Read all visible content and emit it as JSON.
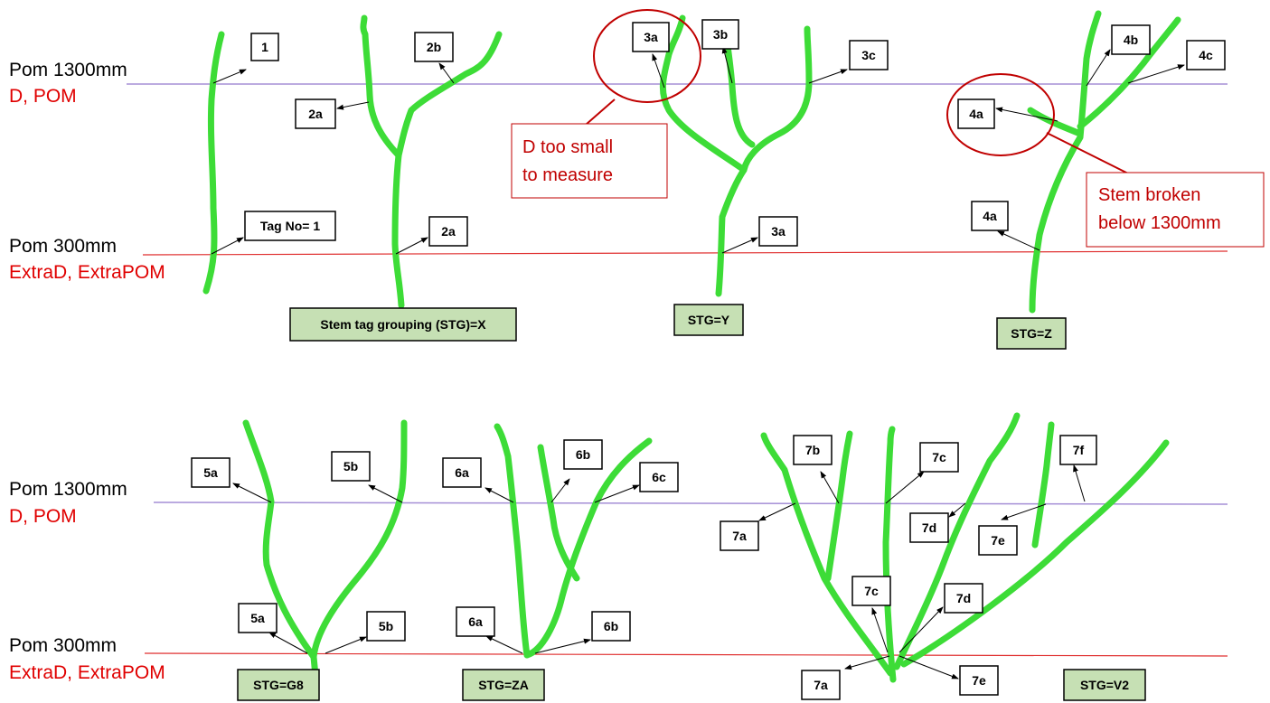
{
  "levels": {
    "pom1300": "Pom 1300mm",
    "pom1300_sub": "D, POM",
    "pom300": "Pom 300mm",
    "pom300_sub": "ExtraD, ExtraPOM"
  },
  "labels": {
    "l1": "1",
    "tag1": "Tag No= 1",
    "2a_top": "2a",
    "2b": "2b",
    "2a_low": "2a",
    "3a_top": "3a",
    "3b": "3b",
    "3c": "3c",
    "3a_low": "3a",
    "4a_top": "4a",
    "4b": "4b",
    "4c": "4c",
    "4a_low": "4a",
    "5a_top": "5a",
    "5b_top": "5b",
    "5a_low": "5a",
    "5b_low": "5b",
    "6a_top": "6a",
    "6b_top": "6b",
    "6c": "6c",
    "6a_low": "6a",
    "6b_low": "6b",
    "7a_top": "7a",
    "7b": "7b",
    "7c_top": "7c",
    "7d_top": "7d",
    "7e_top": "7e",
    "7f": "7f",
    "7c_low": "7c",
    "7d_low": "7d",
    "7a_low": "7a",
    "7e_low": "7e"
  },
  "stg": {
    "x": "Stem tag grouping (STG)=X",
    "y": "STG=Y",
    "z": "STG=Z",
    "g8": "STG=G8",
    "za": "STG=ZA",
    "v2": "STG=V2"
  },
  "callouts": {
    "too_small_l1": "D too small",
    "too_small_l2": "to measure",
    "broken_l1": "Stem broken",
    "broken_l2": "below 1300mm"
  },
  "colors": {
    "stem": "#3ddc37",
    "pom1300_line": "#a58fd6",
    "pom300_line": "#e03030",
    "stg_fill": "#c6e0b4",
    "callout_red": "#c00000",
    "level_red": "#e00000"
  }
}
